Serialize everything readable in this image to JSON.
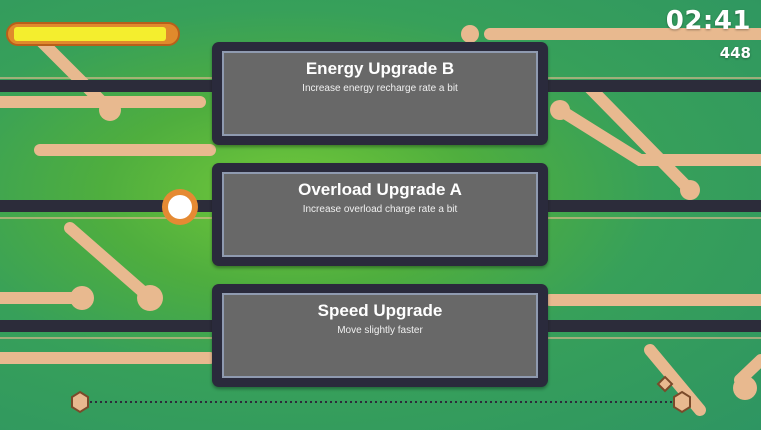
{
  "hud": {
    "energy_fraction": 0.95,
    "timer": "02:41",
    "score": "448"
  },
  "upgrades": [
    {
      "title": "Energy Upgrade B",
      "description": "Increase energy recharge rate a bit"
    },
    {
      "title": "Overload Upgrade A",
      "description": "Increase overload charge rate a bit"
    },
    {
      "title": "Speed Upgrade",
      "description": "Move slightly faster"
    }
  ],
  "colors": {
    "trace": "#e8b98f",
    "bus": "#2c2c3a",
    "energy_fill": "#f4ee2e",
    "energy_frame": "#e08a2c",
    "card_frame": "#2a2a3c",
    "card_face": "#686868"
  }
}
